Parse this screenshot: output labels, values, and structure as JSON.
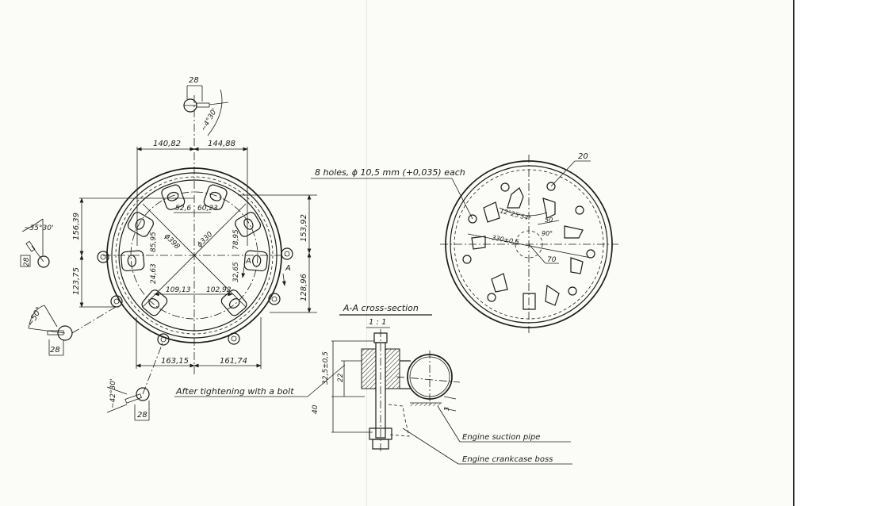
{
  "drawing": {
    "left_view": {
      "dimensions": {
        "top_left": "140,82",
        "top_right": "144,88",
        "inner_left": "52,6",
        "inner_right": "60,23",
        "dia_outer": "ϕ398",
        "dia_inner": "ϕ330",
        "left_upper": "85,95",
        "left_lower": "24,63",
        "right_upper": "78,95",
        "right_lower": "32,65",
        "bottom_inner_left": "109,13",
        "bottom_inner_right": "102,92",
        "bottom_left": "163,15",
        "bottom_right": "161,74",
        "far_left_upper": "156,39",
        "far_left_lower": "123,75",
        "far_right_upper": "153,92",
        "far_right_lower": "128,96",
        "section_mark": "A"
      },
      "bolt_details": [
        {
          "width": "28",
          "angle": "~4°30'"
        },
        {
          "width": "28",
          "angle": "~35°30'"
        },
        {
          "width": "28",
          "angle": "~50°"
        },
        {
          "width": "28",
          "angle": "~42°30'"
        }
      ],
      "note": "After tightening with a bolt"
    },
    "right_view": {
      "holes_note": "8 holes, ϕ 10,5 mm (+0,035) each",
      "hole_label": "20",
      "angle": "12°25'54\"",
      "dim_50": "50",
      "angle_90": "90°",
      "radius": "330±0,5",
      "center_dim": "70"
    },
    "section_view": {
      "title": "A-A cross-section",
      "scale": "1 : 1",
      "dim_height": "32,5±0,5",
      "dim_22": "22",
      "dim_40": "40",
      "dim_3": "3",
      "label_pipe": "Engine suction pipe",
      "label_boss": "Engine crankcase boss"
    }
  }
}
